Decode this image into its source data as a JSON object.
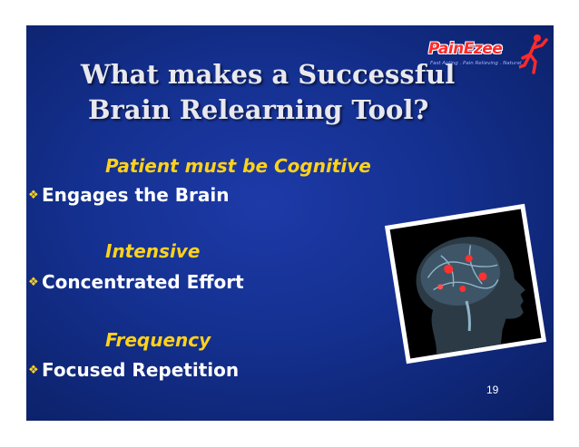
{
  "slide": {
    "title_line1": "What makes a Successful",
    "title_line2": "Brain Relearning Tool?",
    "page_number": "19"
  },
  "logo": {
    "brand": "PainEzee",
    "tagline": "Fast Acting . Pain Relieving . Natural"
  },
  "sections": [
    {
      "heading": "Patient must be Cognitive",
      "bullet": "Engages the Brain"
    },
    {
      "heading": "Intensive",
      "bullet": "Concentrated Effort"
    },
    {
      "heading": "Frequency",
      "bullet": "Focused Repetition"
    }
  ],
  "colors": {
    "background": "#14308f",
    "heading": "#ffd21a",
    "bullet_text": "#ffffff",
    "title": "#e8e8ee",
    "logo": "#ff2a2a"
  },
  "icons": {
    "bullet": "diamond-bullet-icon",
    "logo_figure": "runner-icon",
    "image": "brain-scan-image"
  }
}
